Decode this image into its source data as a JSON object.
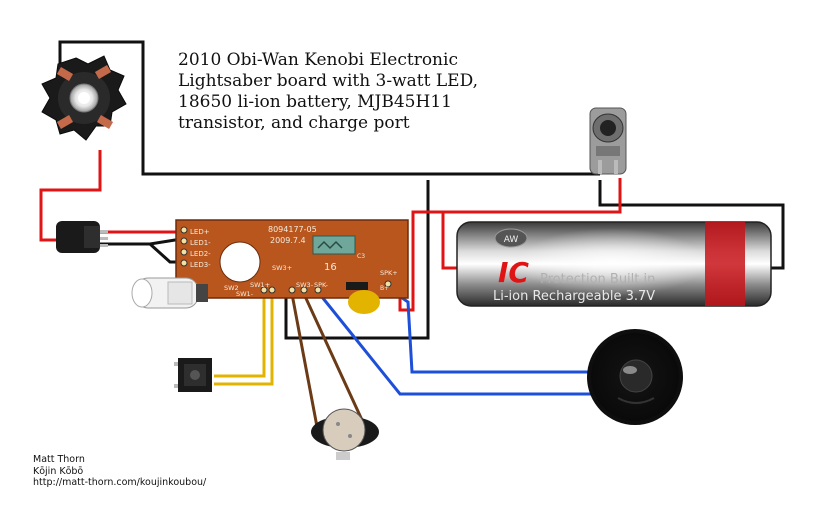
{
  "title_lines": [
    "2010 Obi-Wan Kenobi Electronic",
    "Lightsaber board with 3-watt LED,",
    "18650 li-ion battery, MJB45H11",
    "transistor, and charge port"
  ],
  "credits": {
    "author": "Matt Thorn",
    "studio": "Kōjin Kōbō",
    "url": "http://matt-thorn.com/koujinkoubou/"
  },
  "board": {
    "part_number": "8094177-05",
    "date": "2009.7.4",
    "chip_number": "16",
    "chip_ref": "C3",
    "pads": {
      "led_plus": "LED+",
      "led1": "LED1-",
      "led2": "LED2-",
      "led3": "LED3-",
      "sw2": "SW2",
      "sw1_plus": "SW1+",
      "sw1_minus": "SW1-",
      "sw3_plus": "SW3+",
      "sw3_minus": "SW3-",
      "spk_plus": "SPK+",
      "spk_minus": "SPK-",
      "bat": "B+"
    }
  },
  "battery": {
    "brand": "AW",
    "big_letters": "IC",
    "protection_text": "Protection Built in",
    "type_text": "Li-ion Rechargeable 3.7V"
  },
  "colors": {
    "wire_black": "#111111",
    "wire_red": "#e01414",
    "wire_blue": "#1e4fd8",
    "wire_yellow": "#e2b400",
    "wire_brown": "#6b3a16",
    "board": "#b8561e"
  }
}
